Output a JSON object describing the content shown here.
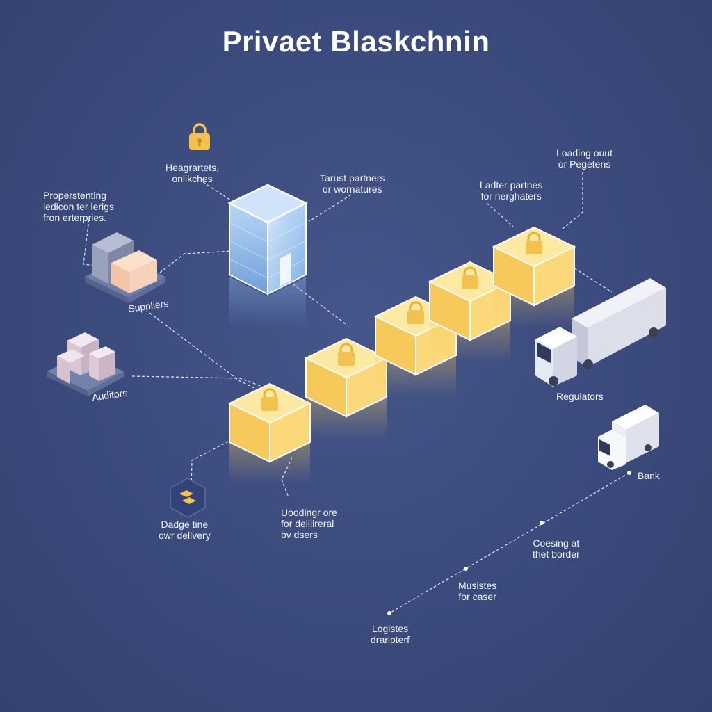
{
  "title": "Privaet Blaskchnin",
  "colors": {
    "background": "#3b4a7c",
    "block_top": "#fde9a2",
    "block_side": "#f7c95a",
    "building": "#9fc6ef",
    "lock": "#f2c14e",
    "connector": "#e6e9f5"
  },
  "icons": {
    "top_lock": "padlock-icon",
    "headquarters": "glass-building-icon",
    "suppliers": "warehouse-boxes-icon",
    "auditors": "office-buildings-icon",
    "badge": "hexagon-chain-badge-icon",
    "regulators": "semi-truck-icon",
    "bank": "box-truck-icon",
    "blocks": "locked-block-icon"
  },
  "labels": {
    "headquarters": [
      "Heagrartets,",
      "onlikches"
    ],
    "trust_partners": [
      "Tarust partners",
      "or wornatures"
    ],
    "ladder_partners": [
      "Ladter partnes",
      "for nerghaters"
    ],
    "loading_out": [
      "Loading ouut",
      "or Pegetens"
    ],
    "enterprises": [
      "Properstenting",
      "ledicon ter lerigs",
      "fron erterpries."
    ],
    "suppliers": "Suppliers",
    "auditors": "Auditors",
    "badge": [
      "Dadge tine",
      "owr delivery"
    ],
    "loading_more": [
      "Uoodingr ore",
      "for delliireral",
      "bv dsers"
    ],
    "regulators": "Regulators",
    "bank": "Bank",
    "border": [
      "Coesing at",
      "thet border"
    ],
    "musistes": [
      "Musistes",
      "for caser"
    ],
    "logistes": [
      "Logistes",
      "draripterf"
    ]
  }
}
